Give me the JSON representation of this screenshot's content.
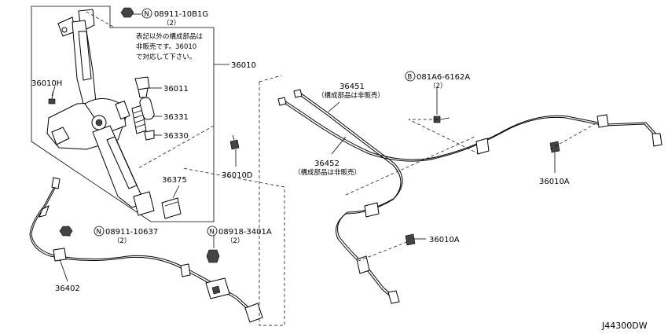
{
  "diagram_code": "J44300DW",
  "note_lines": [
    "表記以外の構成部品は",
    "非販売です。36010",
    "で対応して下さい。"
  ],
  "labels": {
    "p36010": "36010",
    "p36010H": "36010H",
    "p36011": "36011",
    "p36331": "36331",
    "p36330": "36330",
    "p36375": "36375",
    "p36010D": "36010D",
    "p36402": "36402",
    "p36451": "36451",
    "p36451_note": "（構成部品は非販売）",
    "p36452": "36452",
    "p36452_note": "（構成部品は非販売）",
    "p36010A_1": "36010A",
    "p36010A_2": "36010A",
    "n1_code": "08911-10B1G",
    "n1_qty": "（2）",
    "n2_code": "08911-10637",
    "n2_qty": "（2）",
    "n3_code": "08918-3401A",
    "n3_qty": "（2）",
    "b1_code": "081A6-6162A",
    "b1_qty": "（2）",
    "n_symbol": "N",
    "b_symbol": "B"
  }
}
